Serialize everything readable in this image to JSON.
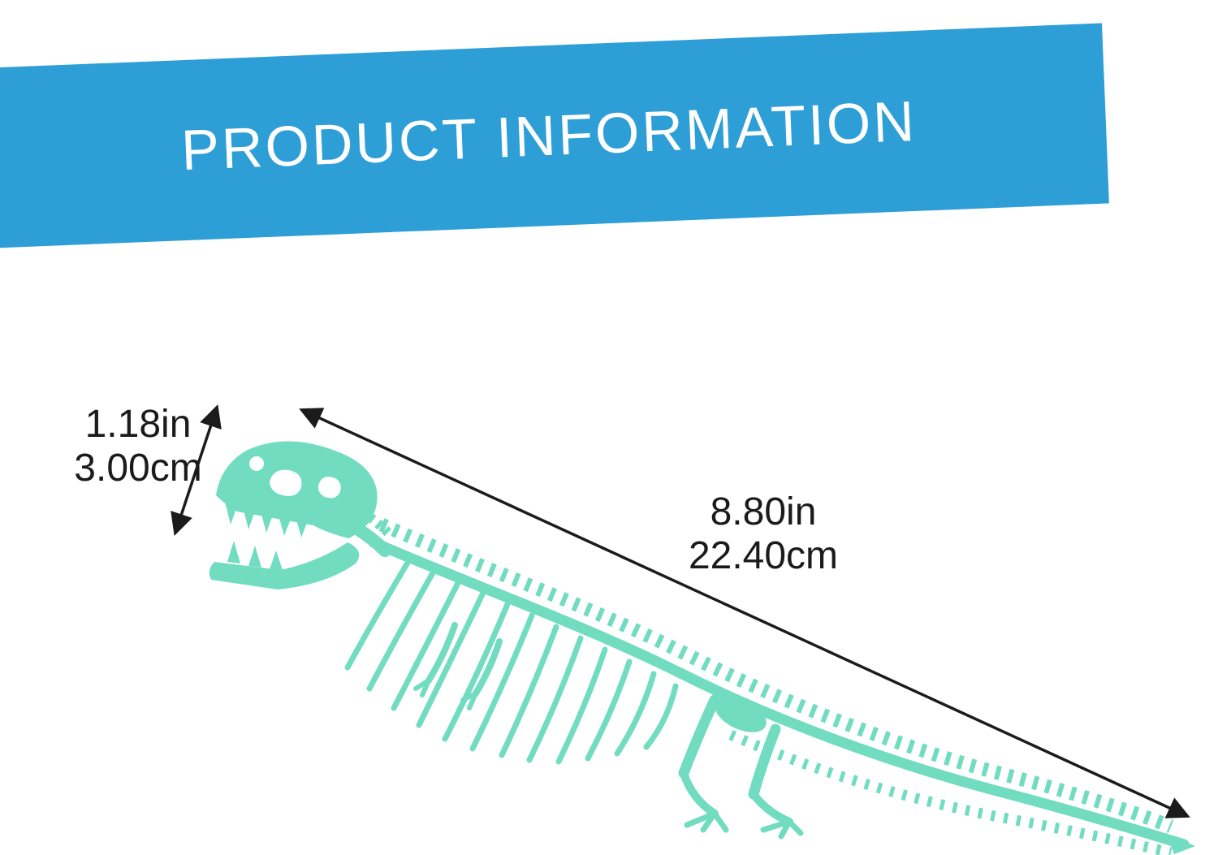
{
  "banner": {
    "title": "PRODUCT INFORMATION",
    "background_color": "#2E9FD6",
    "text_color": "#FFFFFF"
  },
  "figure": {
    "type": "product-dimension-diagram",
    "item": "dinosaur-skeleton-figure",
    "skeleton_color": "#72DCC1",
    "arrow_color": "#1B1B1B"
  },
  "dimensions": {
    "height": {
      "inches": "1.18in",
      "centimeters": "3.00cm"
    },
    "length": {
      "inches": "8.80in",
      "centimeters": "22.40cm"
    }
  }
}
